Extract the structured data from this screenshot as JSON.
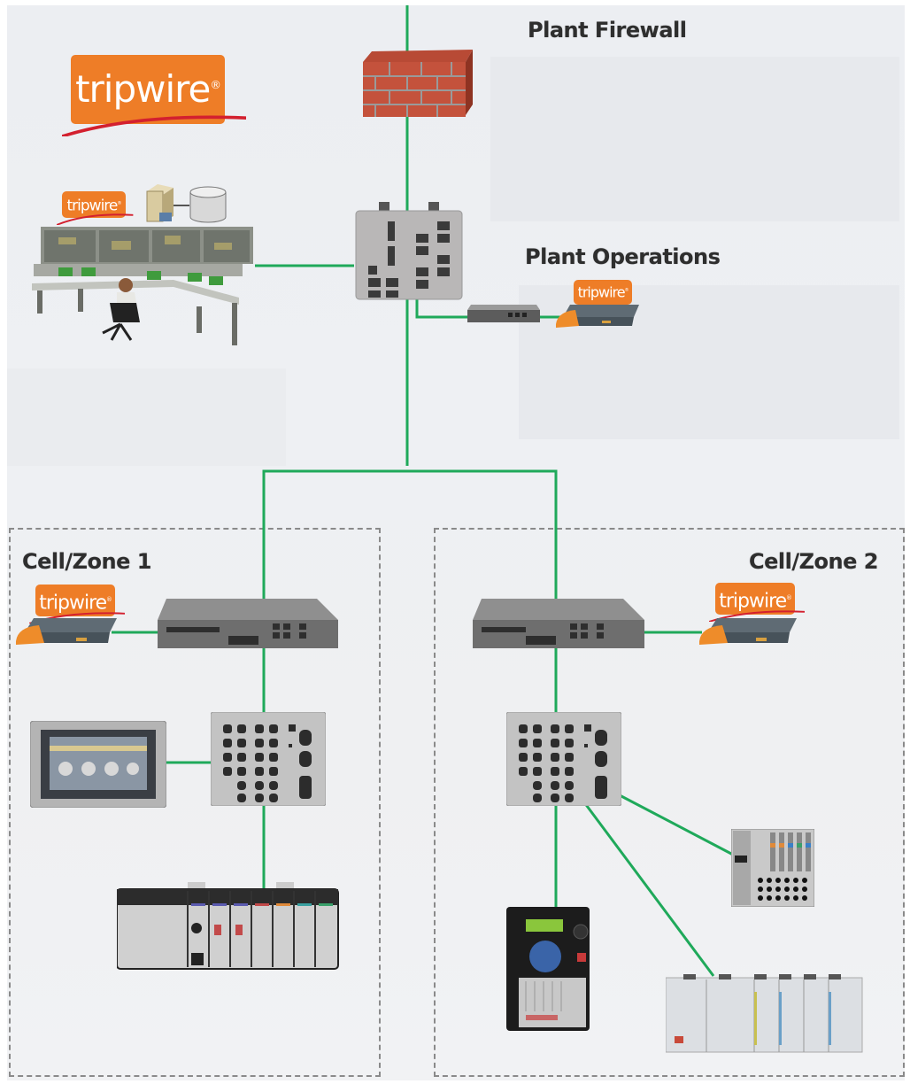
{
  "diagram": {
    "title": "Industrial network architecture with Tripwire monitoring",
    "brand": {
      "name": "tripwire",
      "registered_mark": "®",
      "color": "#ee7d27",
      "swoosh_color": "#d3202f"
    },
    "link_color": "#1fa95a",
    "zones": {
      "plant_firewall": {
        "label": "Plant Firewall"
      },
      "plant_operations": {
        "label": "Plant Operations"
      },
      "cell_zone_1": {
        "label": "Cell/Zone 1"
      },
      "cell_zone_2": {
        "label": "Cell/Zone 2"
      }
    },
    "nodes": [
      {
        "id": "firewall",
        "type": "firewall-brick-wall",
        "zone": "plant_firewall"
      },
      {
        "id": "core-switch",
        "type": "industrial-managed-switch",
        "zone": "plant_operations"
      },
      {
        "id": "control-room",
        "type": "control-room-operator-workstation",
        "zone": "plant_operations"
      },
      {
        "id": "server",
        "type": "server-tower",
        "zone": "plant_operations"
      },
      {
        "id": "database",
        "type": "database-cylinder",
        "zone": "plant_operations"
      },
      {
        "id": "ops-router",
        "type": "network-router",
        "zone": "plant_operations"
      },
      {
        "id": "ops-tripwire-appliance",
        "type": "tripwire-appliance",
        "zone": "plant_operations"
      },
      {
        "id": "z1-router",
        "type": "network-router",
        "zone": "cell_zone_1"
      },
      {
        "id": "z1-tripwire-appliance",
        "type": "tripwire-appliance",
        "zone": "cell_zone_1"
      },
      {
        "id": "z1-switch",
        "type": "industrial-ethernet-switch",
        "zone": "cell_zone_1"
      },
      {
        "id": "z1-hmi",
        "type": "hmi-touch-panel",
        "zone": "cell_zone_1"
      },
      {
        "id": "z1-plc",
        "type": "plc-chassis",
        "zone": "cell_zone_1"
      },
      {
        "id": "z2-router",
        "type": "network-router",
        "zone": "cell_zone_2"
      },
      {
        "id": "z2-tripwire-appliance",
        "type": "tripwire-appliance",
        "zone": "cell_zone_2"
      },
      {
        "id": "z2-switch",
        "type": "industrial-ethernet-switch",
        "zone": "cell_zone_2"
      },
      {
        "id": "z2-io-module",
        "type": "distributed-io-module",
        "zone": "cell_zone_2"
      },
      {
        "id": "z2-drive",
        "type": "variable-frequency-drive",
        "zone": "cell_zone_2"
      },
      {
        "id": "z2-plc",
        "type": "compact-plc",
        "zone": "cell_zone_2"
      }
    ],
    "links": [
      [
        "uplink",
        "firewall"
      ],
      [
        "firewall",
        "core-switch"
      ],
      [
        "control-room",
        "core-switch"
      ],
      [
        "server",
        "database"
      ],
      [
        "core-switch",
        "ops-router"
      ],
      [
        "ops-router",
        "ops-tripwire-appliance"
      ],
      [
        "core-switch",
        "z1-router"
      ],
      [
        "core-switch",
        "z2-router"
      ],
      [
        "z1-router",
        "z1-tripwire-appliance"
      ],
      [
        "z1-router",
        "z1-switch"
      ],
      [
        "z1-hmi",
        "z1-switch"
      ],
      [
        "z1-switch",
        "z1-plc"
      ],
      [
        "z2-router",
        "z2-tripwire-appliance"
      ],
      [
        "z2-router",
        "z2-switch"
      ],
      [
        "z2-switch",
        "z2-io-module"
      ],
      [
        "z2-switch",
        "z2-drive"
      ],
      [
        "z2-switch",
        "z2-plc"
      ]
    ]
  }
}
